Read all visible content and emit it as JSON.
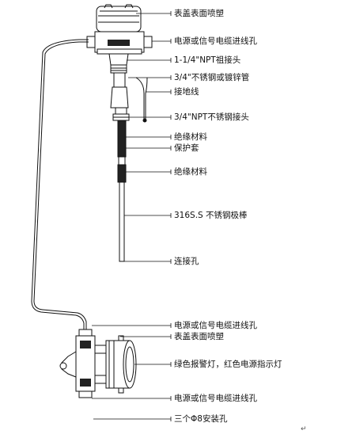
{
  "labels": {
    "cover_spray_top": "表盖表面喷塑",
    "cable_inlet_top": "电源或信号电缆进线孔",
    "npt_joint_1_1_4": "1-1/4\"NPT祖接头",
    "pipe_3_4": "3/4\"不锈钢或镀锌管",
    "ground_wire": "接地线",
    "npt_joint_3_4": "3/4\"NPT不锈钢接头",
    "insulation_1": "绝缘材料",
    "protective_sleeve": "保护套",
    "insulation_2": "绝缘材料",
    "rod_316": "316S.S 不锈钢极棒",
    "connection_hole": "连接孔",
    "cable_inlet_mid": "电源或信号电缆进线孔",
    "cover_spray_bottom": "表盖表面喷塑",
    "indicator_lights": "绿色报警灯，红色电源指示灯",
    "cable_inlet_bottom": "电源或信号电缆进线孔",
    "mounting_holes": "三个Φ8安装孔"
  },
  "corner_mark": "↵"
}
